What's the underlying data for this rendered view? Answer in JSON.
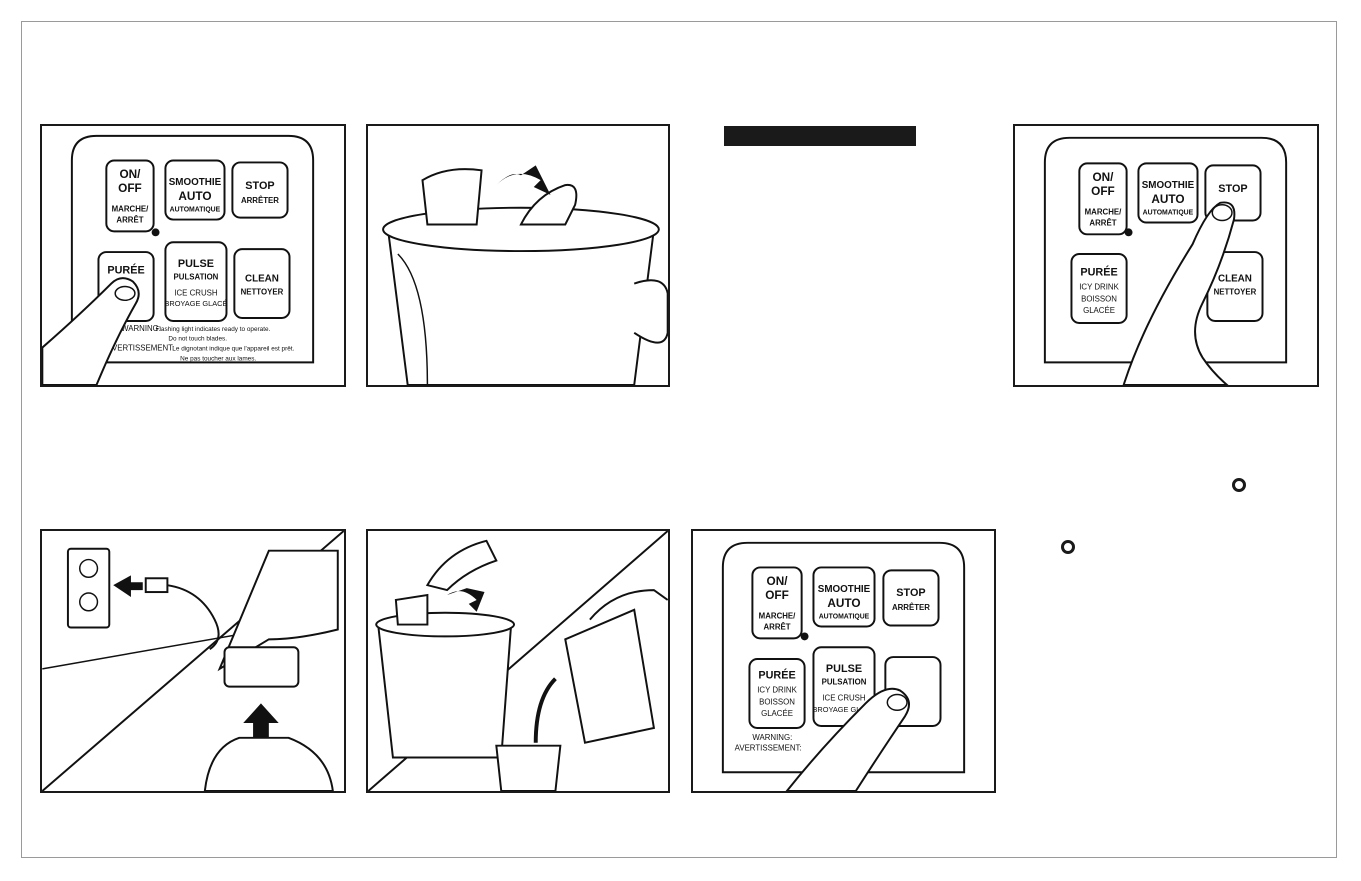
{
  "panel": {
    "on_off": "ON/",
    "off": "OFF",
    "marche": "MARCHE/",
    "arret": "ARRÊT",
    "smoothie": "SMOOTHIE",
    "auto": "AUTO",
    "automatique": "AUTOMATIQUE",
    "stop": "STOP",
    "arreter": "ARRÊTER",
    "puree": "PURÉE",
    "icy_drink": "ICY DRINK",
    "boisson": "BOISSON",
    "glacee": "GLACÉE",
    "pulse": "PULSE",
    "pulsation": "PULSATION",
    "ice_crush": "ICE  CRUSH",
    "broyage": "BROYAGE GLACÉ",
    "clean": "CLEAN",
    "nettoyer": "NETTOYER",
    "warning_label": "WARNING:",
    "warning_text": "Flashing light indicates ready to operate.",
    "warning_text2": "Do not touch blades.",
    "avert_label": "AVERTISSEMENT:",
    "avert_text": "Le dignotant indique que l'appareil est prêt.",
    "avert_text2": "Ne pas toucher aux lames."
  },
  "icons": {
    "indicator": "ring-indicator-icon"
  },
  "colors": {
    "ink": "#1a1a1a",
    "panel_fill": "#ffffff",
    "page_border": "#9a9a9a"
  }
}
